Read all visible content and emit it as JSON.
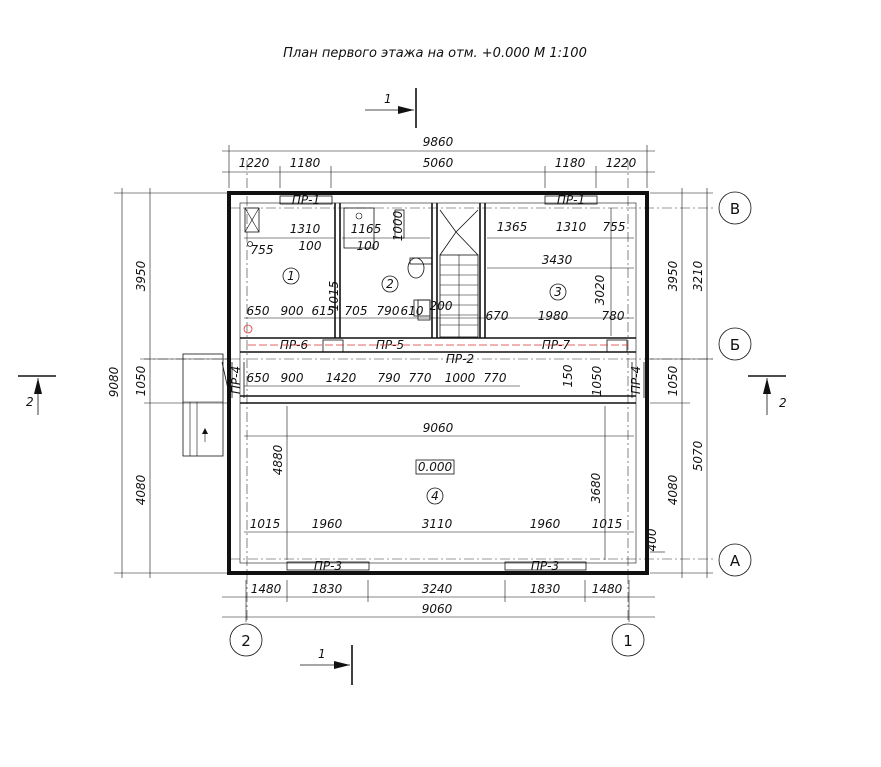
{
  "title": "План первого этажа на отм. +0.000 М 1:100",
  "section_marks": {
    "one": "1",
    "two": "2"
  },
  "axes": {
    "v": "В",
    "b": "Б",
    "a": "А",
    "one": "1",
    "two": "2"
  },
  "rooms": [
    "1",
    "2",
    "3",
    "4"
  ],
  "level_mark": "0.000",
  "lintels": {
    "pr1": "ПР-1",
    "pr2": "ПР-2",
    "pr3": "ПР-3",
    "pr4": "ПР-4",
    "pr5": "ПР-5",
    "pr6": "ПР-6",
    "pr7": "ПР-7"
  },
  "dims": {
    "top_total": "9860",
    "top_1220": "1220",
    "top_1180": "1180",
    "top_5060": "5060",
    "bottom_1480": "1480",
    "bottom_1830": "1830",
    "bottom_3240": "3240",
    "bottom_total": "9060",
    "left_9080": "9080",
    "left_3950": "3950",
    "left_1050": "1050",
    "left_4080": "4080",
    "right_3210": "3210",
    "right_5070": "5070",
    "right_400": "400",
    "r1_1310": "1310",
    "r1_100": "100",
    "r1_755": "755",
    "r2_1165": "1165",
    "r2_100": "100",
    "r2_1000": "1000",
    "r2_1015": "1015",
    "r3_1365": "1365",
    "r3_3430": "3430",
    "r3_3020": "3020",
    "r3_670": "670",
    "r3_1980": "1980",
    "r3_780": "780",
    "mid_650": "650",
    "mid_900": "900",
    "mid_615": "615",
    "mid_705": "705",
    "mid_790": "790",
    "mid_610": "610",
    "mid_200": "200",
    "mid_1420": "1420",
    "mid_770": "770",
    "mid_1000": "1000",
    "mid_150": "150",
    "r4_9060": "9060",
    "r4_4880": "4880",
    "r4_3680": "3680",
    "r4_1015": "1015",
    "r4_1960": "1960",
    "r4_3110": "3110"
  }
}
